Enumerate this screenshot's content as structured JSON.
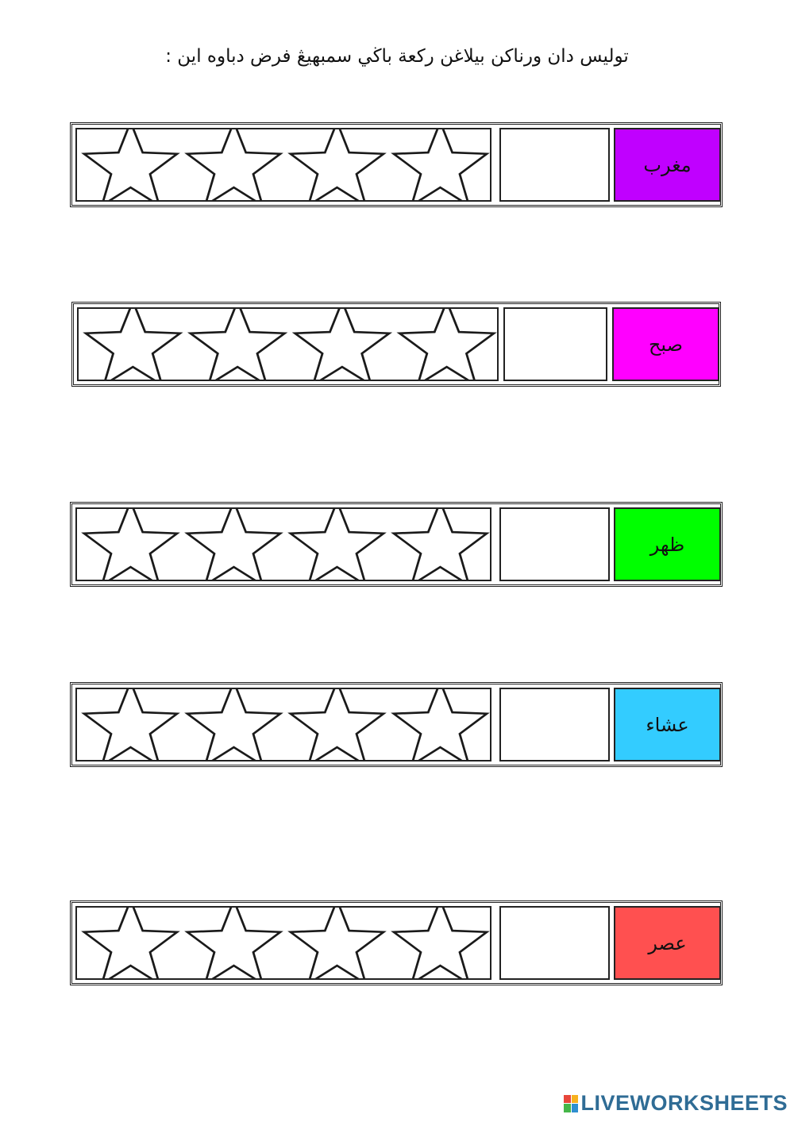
{
  "instruction": "توليس دان ورناكن بيلاغن ركعة باڬي سمبهيڠ فرض دباوه اين :",
  "rows": [
    {
      "prayer": "مغرب",
      "color": "#c000ff",
      "star_count": 4,
      "answer": ""
    },
    {
      "prayer": "صبح",
      "color": "#ff00ff",
      "star_count": 4,
      "answer": ""
    },
    {
      "prayer": "ظهر",
      "color": "#00ff00",
      "star_count": 4,
      "answer": ""
    },
    {
      "prayer": "عشاء",
      "color": "#33ccff",
      "star_count": 4,
      "answer": ""
    },
    {
      "prayer": "عصر",
      "color": "#ff5050",
      "star_count": 4,
      "answer": ""
    }
  ],
  "footer": {
    "logo_text": "LIVEWORKSHEETS",
    "logo_mark_colors": [
      "#e8463b",
      "#f7b11e",
      "#45b649",
      "#2f8fd0"
    ],
    "logo_color": "#2f6c95"
  }
}
